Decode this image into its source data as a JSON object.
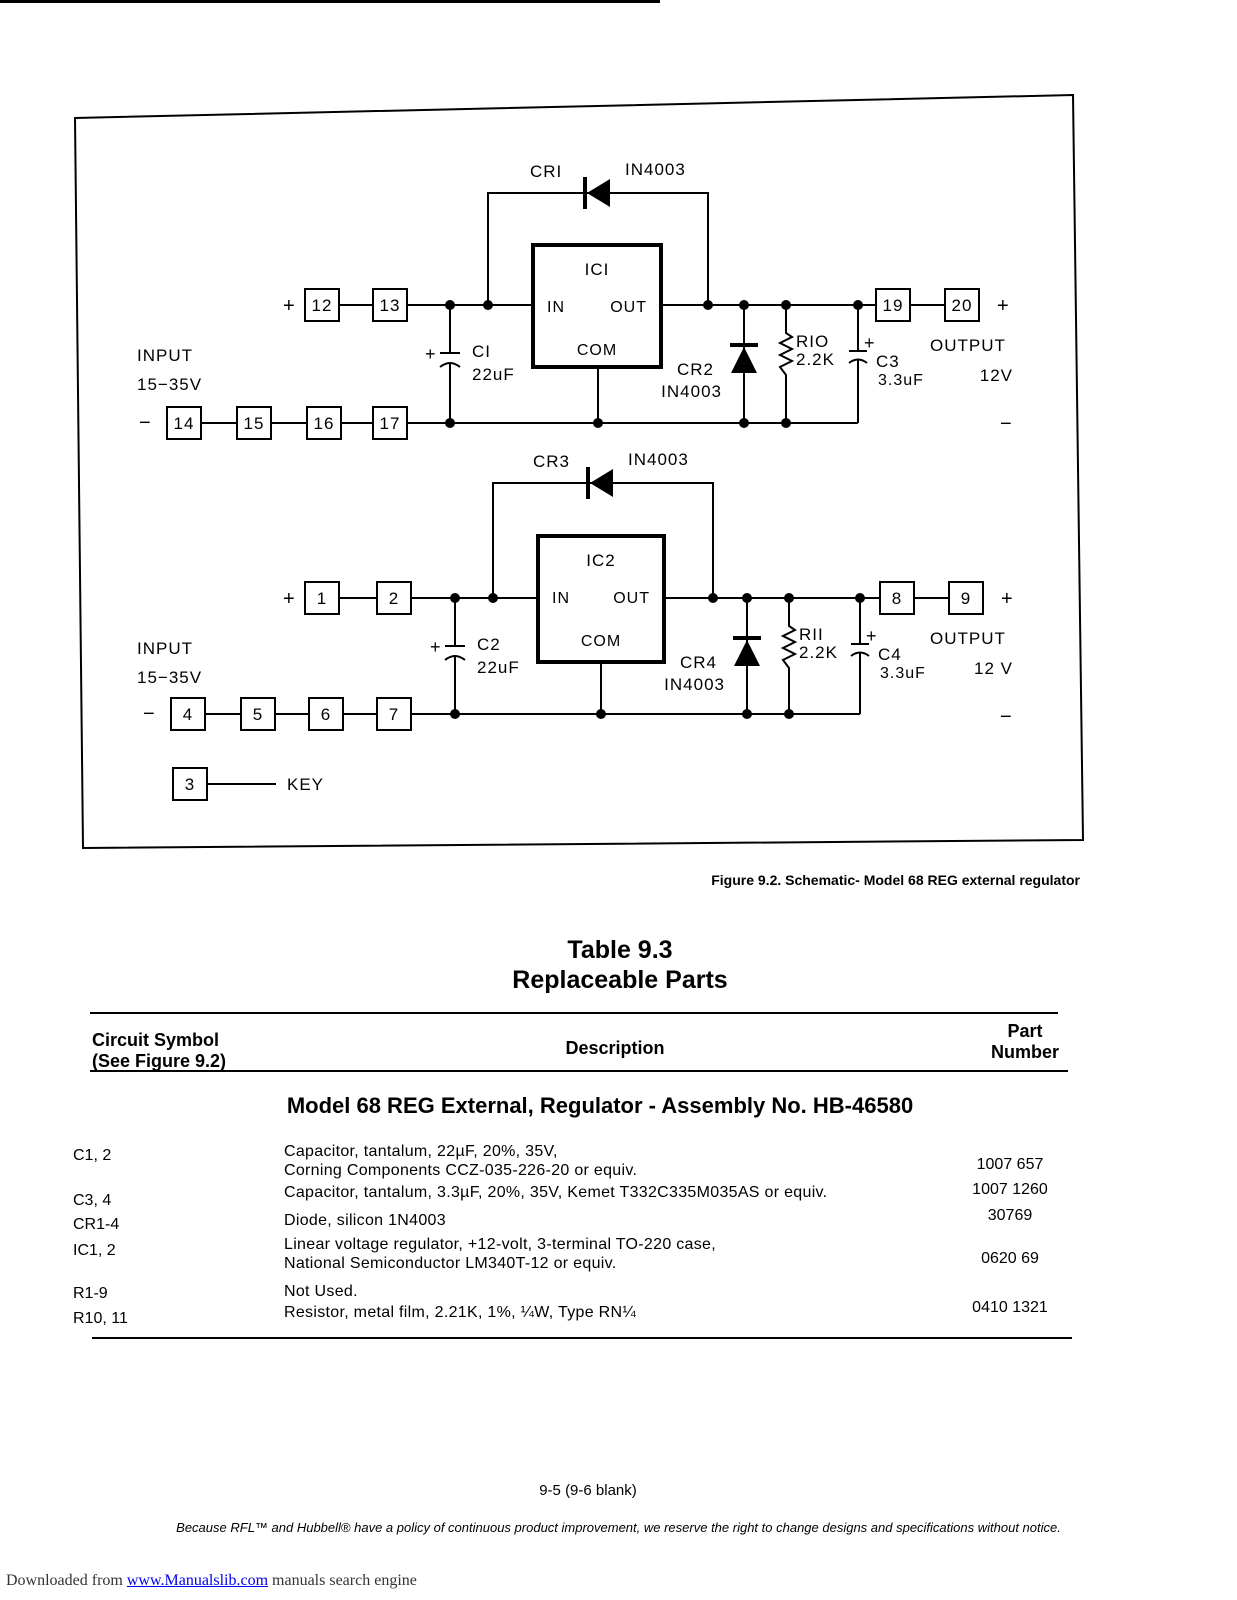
{
  "figure": {
    "caption": "Figure 9.2. Schematic- Model 68 REG external regulator",
    "circuits": [
      {
        "cr_top": "CRI",
        "cr_top_part": "IN4003",
        "ic": "ICI",
        "ic_in": "IN",
        "ic_out": "OUT",
        "ic_com": "COM",
        "cap_in_label": "CI",
        "cap_in_value": "22uF",
        "cr_shunt": "CR2",
        "cr_shunt_part": "IN4003",
        "res_label": "RIO",
        "res_value": "2.2K",
        "cap_out_label": "C3",
        "cap_out_value": "3.3uF",
        "input_label": "INPUT",
        "input_range": "15−35V",
        "output_label": "OUTPUT",
        "output_voltage": "12V",
        "plus": "+",
        "minus": "−",
        "terminals_pos_in": [
          "12",
          "13"
        ],
        "terminals_neg_in": [
          "14",
          "15",
          "16",
          "17"
        ],
        "terminals_out": [
          "19",
          "20"
        ]
      },
      {
        "cr_top": "CR3",
        "cr_top_part": "IN4003",
        "ic": "IC2",
        "ic_in": "IN",
        "ic_out": "OUT",
        "ic_com": "COM",
        "cap_in_label": "C2",
        "cap_in_value": "22uF",
        "cr_shunt": "CR4",
        "cr_shunt_part": "IN4003",
        "res_label": "RII",
        "res_value": "2.2K",
        "cap_out_label": "C4",
        "cap_out_value": "3.3uF",
        "input_label": "INPUT",
        "input_range": "15−35V",
        "output_label": "OUTPUT",
        "output_voltage": "12 V",
        "plus": "+",
        "minus": "−",
        "terminals_pos_in": [
          "1",
          "2"
        ],
        "terminals_neg_in": [
          "4",
          "5",
          "6",
          "7"
        ],
        "terminals_out": [
          "8",
          "9"
        ]
      }
    ],
    "key_terminal": "3",
    "key_label": "KEY"
  },
  "table": {
    "title_line1": "Table 9.3",
    "title_line2": "Replaceable Parts",
    "col_symbol_line1": "Circuit Symbol",
    "col_symbol_line2": "(See Figure 9.2)",
    "col_description": "Description",
    "col_part_line1": "Part",
    "col_part_line2": "Number",
    "assembly_heading": "Model 68 REG External, Regulator - Assembly No. HB-46580",
    "rows": [
      {
        "symbol": "C1, 2",
        "desc1": "Capacitor, tantalum, 22µF, 20%, 35V,",
        "desc2": "Corning Components CCZ-035-226-20 or equiv.",
        "part": "1007 657"
      },
      {
        "symbol": "C3, 4",
        "desc1": "Capacitor, tantalum, 3.3µF, 20%, 35V, Kemet T332C335M035AS or equiv.",
        "desc2": "",
        "part": "1007 1260"
      },
      {
        "symbol": "CR1-4",
        "desc1": "Diode, silicon 1N4003",
        "desc2": "",
        "part": "30769"
      },
      {
        "symbol": "IC1, 2",
        "desc1": "Linear voltage regulator, +12-volt, 3-terminal TO-220 case,",
        "desc2": "National Semiconductor LM340T-12 or equiv.",
        "part": "0620 69"
      },
      {
        "symbol": "R1-9",
        "desc1": "Not Used.",
        "desc2": "",
        "part": ""
      },
      {
        "symbol": "R10, 11",
        "desc1": "Resistor, metal film, 2.21K, 1%, ¼W, Type RN¼",
        "desc2": "",
        "part": "0410 1321"
      }
    ]
  },
  "page_number": "9-5 (9-6 blank)",
  "notice": "Because RFL™ and Hubbell® have a policy of continuous product improvement, we reserve the right to change designs and specifications without notice.",
  "footer": {
    "prefix": "Downloaded from ",
    "link": "www.Manualslib.com",
    "suffix": "  manuals search engine"
  }
}
